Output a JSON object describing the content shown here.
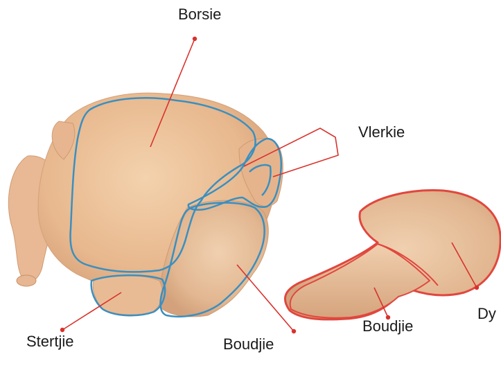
{
  "labels": {
    "borsie": "Borsie",
    "vlerkie": "Vlerkie",
    "dy": "Dy",
    "stertjie": "Stertjie",
    "boudjie_whole": "Boudjie",
    "boudjie_piece": "Boudjie"
  },
  "colors": {
    "outline_blue": "#3a8fc0",
    "outline_red": "#e0473e",
    "leader_red": "#d9312b",
    "skin_light": "#f0c9a0",
    "skin_mid": "#e5b287",
    "skin_shadow": "#c98f64"
  }
}
